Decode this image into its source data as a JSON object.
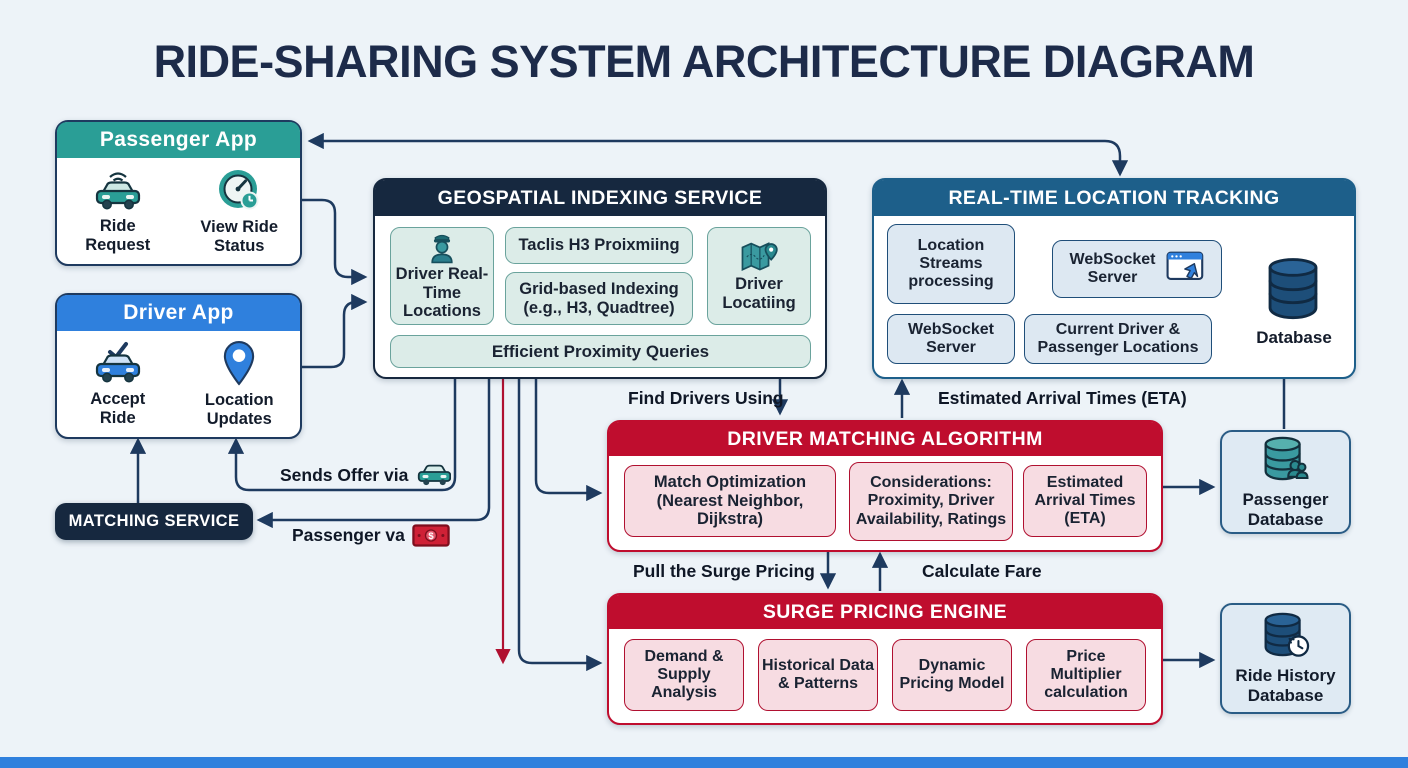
{
  "title": "RIDE-SHARING SYSTEM ARCHITECTURE DIAGRAM",
  "passenger_app": {
    "title": "Passenger App",
    "items": [
      {
        "label": "Ride Request"
      },
      {
        "label": "View Ride Status"
      }
    ]
  },
  "driver_app": {
    "title": "Driver App",
    "items": [
      {
        "label": "Accept Ride"
      },
      {
        "label": "Location Updates"
      }
    ]
  },
  "matching_service": {
    "label": "MATCHING SERVICE"
  },
  "geospatial_service": {
    "title": "GEOSPATIAL INDEXING SERVICE",
    "driver_realtime_locations": "Driver Real-Time Locations",
    "h3_proximity": "Taclis H3 Proixmiing",
    "grid_indexing": "Grid-based Indexing (e.g., H3, Quadtree)",
    "driver_locating": "Driver Locatiing",
    "proximity_queries": "Efficient Proximity Queries"
  },
  "location_tracking": {
    "title": "REAL-TIME LOCATION TRACKING",
    "location_streams": "Location Streams processing",
    "websocket_server_top": "WebSocket Server",
    "websocket_server_bottom": "WebSocket Server",
    "current_locations": "Current Driver & Passenger Locations",
    "database": "Database"
  },
  "driver_matching": {
    "title": "DRIVER MATCHING ALGORITHM",
    "match_optimization": "Match Optimization (Nearest Neighbor, Dijkstra)",
    "considerations": "Considerations: Proximity, Driver Availability, Ratings",
    "eta": "Estimated Arrival Times (ETA)"
  },
  "surge_pricing": {
    "title": "SURGE PRICING ENGINE",
    "demand_supply": "Demand & Supply Analysis",
    "historical": "Historical Data & Patterns",
    "dynamic_model": "Dynamic Pricing Model",
    "multiplier": "Price Multiplier calculation"
  },
  "databases": {
    "passenger": "Passenger Database",
    "ride_history": "Ride History Database"
  },
  "edge_labels": {
    "find_drivers": "Find Drivers Using",
    "eta": "Estimated Arrival Times (ETA)",
    "pull_surge": "Pull the Surge Pricing",
    "calculate_fare": "Calculate Fare",
    "sends_offer": "Sends Offer via",
    "passenger_via": "Passenger va"
  },
  "colors": {
    "background": "#edf3f8",
    "navy_line": "#1e3a5f",
    "red_line": "#b01030",
    "teal": "#2a9e96",
    "blue": "#2f80dd",
    "dark_navy": "#16283f",
    "steel_blue": "#1d5f8a",
    "crimson": "#bf0d2e"
  }
}
